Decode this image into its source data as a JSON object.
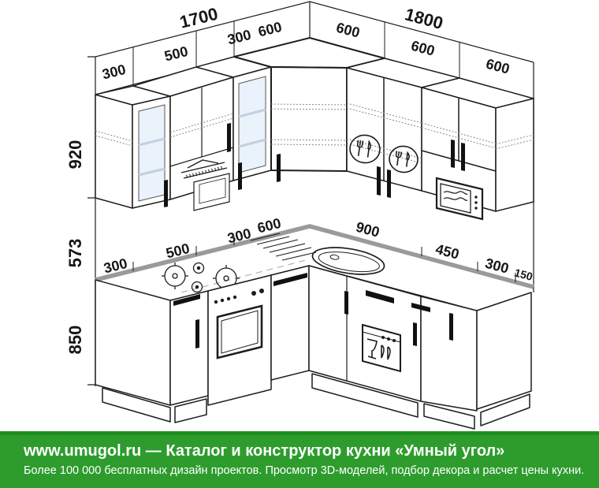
{
  "labels": {
    "top_left_total": "1700",
    "top_right_total": "1800",
    "upper_left": [
      "300",
      "500",
      "300"
    ],
    "upper_corner": "600",
    "upper_right": [
      "600",
      "600",
      "600"
    ],
    "heights": [
      "920",
      "573",
      "850"
    ],
    "counter_left": [
      "300",
      "500",
      "300",
      "600"
    ],
    "counter_right": [
      "900",
      "450",
      "300",
      "150"
    ]
  },
  "footer": {
    "line1": "www.umugol.ru — Каталог и конструктор кухни «Умный угол»",
    "line2": "Более 100 000 бесплатных дизайн проектов. Просмотр 3D-моделей, подбор декора и расчет цены кухни."
  },
  "colors": {
    "banner_green": "#2d9c2d",
    "banner_green_dark": "#1e8e1e",
    "countertop_edge": "#9a9a9a",
    "glass_fill": "#eaf2fb",
    "line": "#1d1d1d"
  }
}
